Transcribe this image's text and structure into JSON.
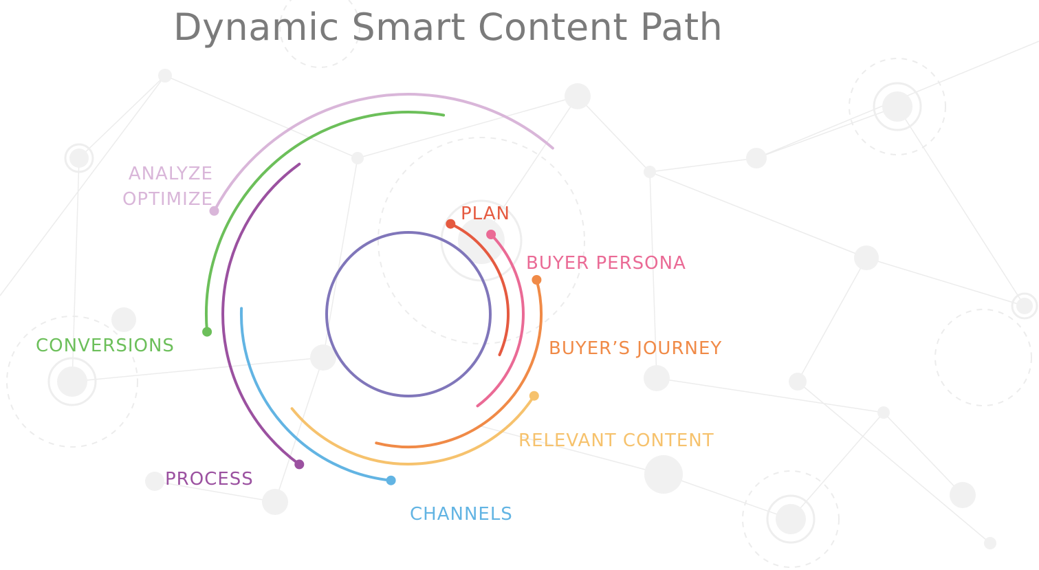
{
  "title": "Dynamic Smart Content Path",
  "colors": {
    "title": "#7b7b7b",
    "analyze": "#d9b6d9",
    "conversions": "#6cbf5a",
    "process": "#9b51a0",
    "channels": "#62b4e3",
    "relevant": "#f6c26d",
    "journey": "#f08a47",
    "persona": "#ea6a95",
    "plan": "#e55a40",
    "core": "#8076ba"
  },
  "stages": {
    "analyze_line1": "ANALYZE",
    "analyze_line2": "OPTIMIZE",
    "conversions": "CONVERSIONS",
    "process": "PROCESS",
    "channels": "CHANNELS",
    "relevant": "RELEVANT CONTENT",
    "journey": "BUYER’S JOURNEY",
    "persona": "BUYER PERSONA",
    "plan": "PLAN"
  }
}
